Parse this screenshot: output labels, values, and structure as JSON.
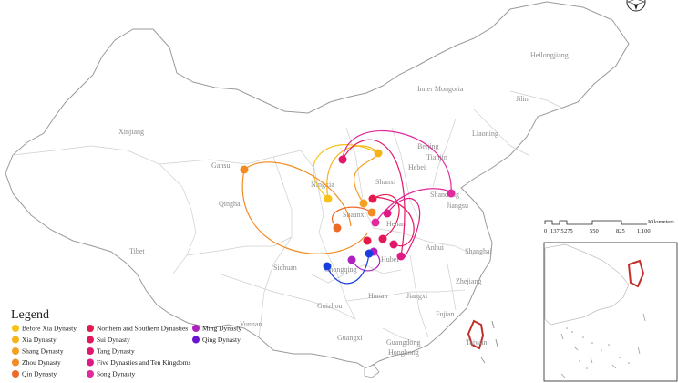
{
  "provinces": {
    "xinjiang": "Xinjiang",
    "tibet": "Tibet",
    "qinghai": "Qinghai",
    "gansu": "Gansu",
    "inner_mongolia": "Inner Mongoria",
    "heilongjiang": "Heilongjiang",
    "jilin": "Jilin",
    "liaoning": "Liaoning",
    "beijing": "Beijing",
    "tianjin": "Tianjin",
    "hebei": "Hebei",
    "shanxi": "Shanxi",
    "ningxia": "Ningxia",
    "shaanxi": "Shaanxi",
    "shandong": "Shandong",
    "henan": "Henan",
    "jiangsu": "Jiangsu",
    "anhui": "Anhui",
    "shanghai": "Shanghai",
    "zhejiang": "Zhejiang",
    "hubei": "Hubei",
    "sichuan": "Sichuan",
    "chongqing": "Chongqing",
    "hunan": "Hunan",
    "jiangxi": "Jiangxi",
    "fujian": "Fujian",
    "guizhou": "Guizhou",
    "yunnan": "Yunnan",
    "guangxi": "Guangxi",
    "guangdong": "Guangdong",
    "hongkong": "Hongkong",
    "taiwan": "Taiwan"
  },
  "legend": {
    "title": "Legend",
    "items": [
      {
        "label": "Before Xia Dynasty",
        "color": "#f7c21a"
      },
      {
        "label": "Xia Dynasty",
        "color": "#f5b41c"
      },
      {
        "label": "Shang Dynasty",
        "color": "#f4a020"
      },
      {
        "label": "Zhou Dynasty",
        "color": "#f28c22"
      },
      {
        "label": "Qin Dynasty",
        "color": "#ee6a28"
      },
      {
        "label": "Northern and Southern Dynasties",
        "color": "#e5194c"
      },
      {
        "label": "Sui Dynasty",
        "color": "#e2185a"
      },
      {
        "label": "Tang Dynasty",
        "color": "#e0176a"
      },
      {
        "label": "Five Dynasties and Ten Kingdoms",
        "color": "#e01a85"
      },
      {
        "label": "Song Dynasty",
        "color": "#e02a9e"
      },
      {
        "label": "Ming Dynasty",
        "color": "#b020c0"
      },
      {
        "label": "Qing Dynasty",
        "color": "#6a14d0"
      }
    ]
  },
  "scale_bar": {
    "unit": "Kilometers",
    "ticks": [
      "0",
      "137.5",
      "275",
      "550",
      "825",
      "1,100"
    ]
  },
  "colors": {
    "boundary": "#999999",
    "internal_boundary": "#c8c8c8",
    "taiwan_outline": "#c0302a",
    "qing_route": "#1a3de0"
  },
  "icons": {
    "north_arrow": "compass-icon"
  }
}
